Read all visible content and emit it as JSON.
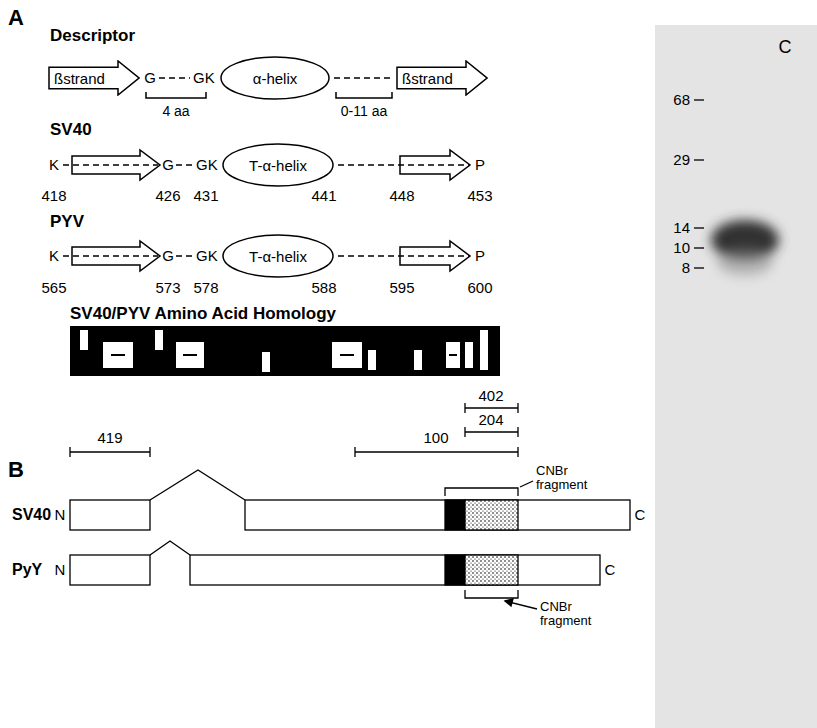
{
  "diagram": {
    "nodes": [
      {
        "text": [
          "ßstrand"
        ]
      },
      {
        "text": [
          "α-helix"
        ]
      },
      {
        "text": [
          "ßstrand"
        ]
      },
      {
        "text": [
          "T-α-helix"
        ]
      },
      {
        "text": [
          "T-α-helix"
        ]
      }
    ],
    "labels": [
      "A",
      "Descriptor",
      "G",
      "GK",
      "4 aa",
      "0-11 aa",
      "SV40",
      "K",
      "G",
      "GK",
      "P",
      "418",
      "426",
      "431",
      "441",
      "448",
      "453",
      "PYV",
      "K",
      "G",
      "GK",
      "P",
      "565",
      "573",
      "578",
      "588",
      "595",
      "600",
      "SV40/PYV Amino Acid Homology",
      "B",
      "419",
      "100",
      "402",
      "204",
      "CNBr fragment",
      "SV40",
      "N",
      "C",
      "PyY",
      "N",
      "C",
      "CNBr fragment",
      "C",
      "68",
      "29",
      "14",
      "10",
      "8"
    ]
  }
}
